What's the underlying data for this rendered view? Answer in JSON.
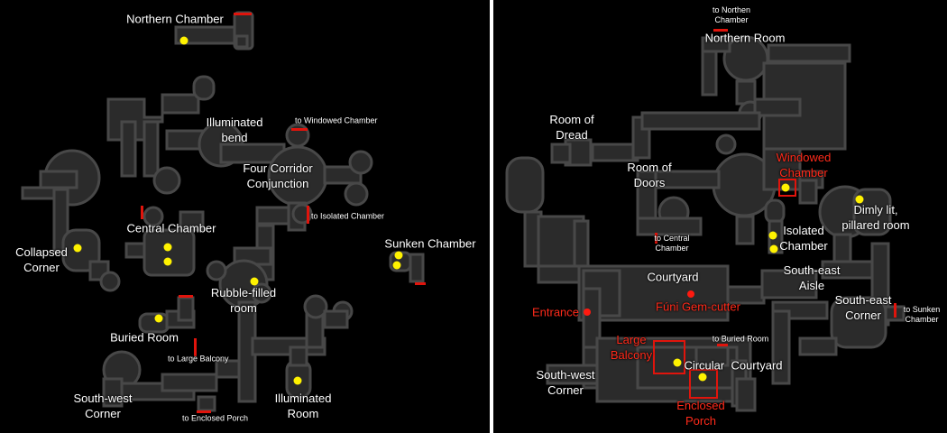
{
  "left_map": {
    "labels": {
      "northern_chamber": "Northern Chamber",
      "illuminated_bend": "Illuminated\nbend",
      "to_windowed_chamber": "to Windowed Chamber",
      "four_corridor": "Four Corridor\nConjunction",
      "to_isolated_chamber": "to Isolated Chamber",
      "central_chamber": "Central Chamber",
      "sunken_chamber": "Sunken Chamber",
      "collapsed_corner": "Collapsed\nCorner",
      "rubble_filled": "Rubble-filled\nroom",
      "buried_room": "Buried Room",
      "to_large_balcony": "to Large Balcony",
      "south_west_corner": "South-west\nCorner",
      "to_enclosed_porch": "to Enclosed Porch",
      "illuminated_room": "Illuminated\nRoom"
    }
  },
  "right_map": {
    "labels": {
      "to_northen_chamber": "to Northen\nChamber",
      "northern_room": "Northern Room",
      "room_of_dread": "Room of\nDread",
      "windowed_chamber": "Windowed\nChamber",
      "room_of_doors": "Room of\nDoors",
      "dimly_lit": "Dimly lit,\npillared room",
      "isolated_chamber": "Isolated\nChamber",
      "to_central_chamber": "to Central\nChamber",
      "courtyard": "Courtyard",
      "south_east_aisle": "South-east\nAisle",
      "funi": "Fúni Gem-cutter",
      "entrance": "Entrance",
      "south_east_corner": "South-east\nCorner",
      "to_sunken_chamber": "to Sunken\nChamber",
      "to_buried_room": "to Buried Room",
      "large_balcony": "Large\nBalcony",
      "circular_courtyard": "Circular  Courtyard",
      "south_west_corner": "South-west\nCorner",
      "enclosed_porch": "Enclosed\nPorch"
    }
  },
  "colors": {
    "background": "#000000",
    "floor": "#2b2b2b",
    "wall": "#4a4a4a",
    "marker": "#fff200",
    "door": "#e0140c",
    "highlight_text": "#ff2a1a"
  }
}
